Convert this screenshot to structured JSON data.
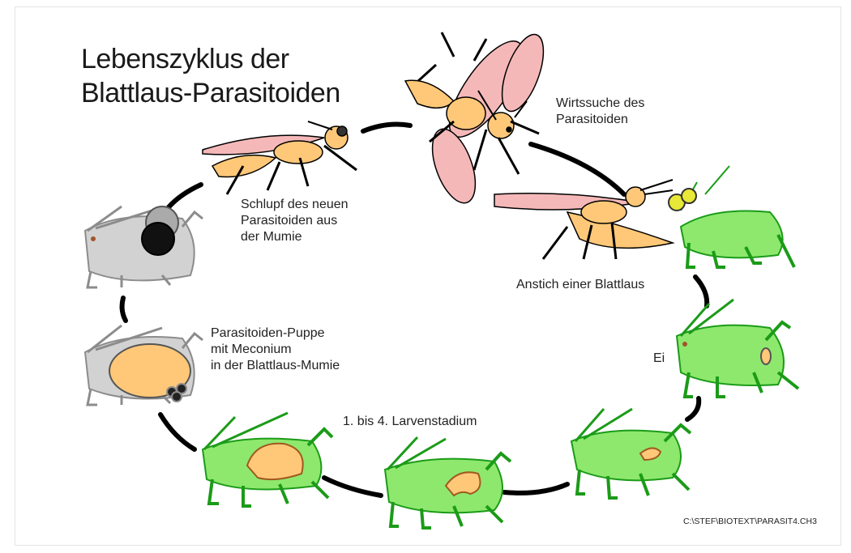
{
  "title": {
    "line1": "Lebenszyklus der",
    "line2": "Blattlaus-Parasitoiden"
  },
  "stages": {
    "host_search": [
      "Wirtssuche des",
      "Parasitoiden"
    ],
    "oviposition": [
      "Anstich einer Blattlaus"
    ],
    "egg": [
      "Ei"
    ],
    "larval": [
      "1. bis 4. Larvenstadium"
    ],
    "pupa": [
      "Parasitoiden-Puppe",
      "mit Meconium",
      "in der Blattlaus-Mumie"
    ],
    "emergence": [
      "Schlupf des neuen",
      "Parasitoiden aus",
      "der Mumie"
    ]
  },
  "file_path": "C:\\STEF\\BIOTEXT\\PARASIT4.CH3",
  "colors": {
    "aphid_green": "#8ee86e",
    "aphid_dark": "#1b9b18",
    "mummy_gray": "#d2d2d2",
    "mummy_outline": "#8c8c8c",
    "wasp_body": "#ffc878",
    "wasp_wing": "#f5b8b8",
    "larva": "#ffc878",
    "cycle_arrow": "#000000"
  }
}
